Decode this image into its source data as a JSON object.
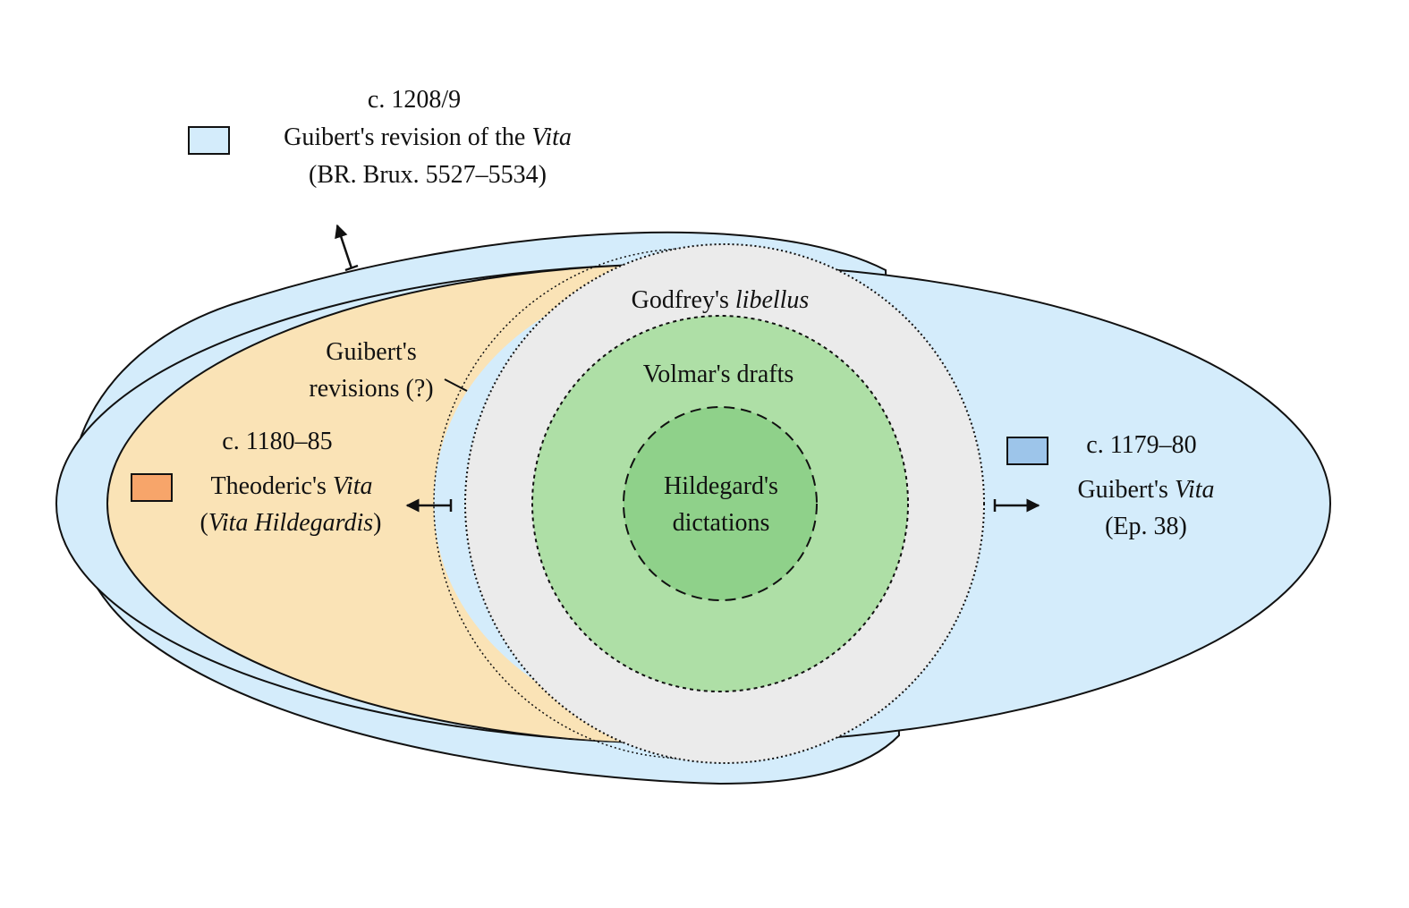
{
  "colors": {
    "guibert_revision_fill": "#d4ecfb",
    "theoderic_fill": "#fae3b6",
    "theoderic_key_fill": "#f7a56a",
    "guibert_vita_key_fill": "#9dc5ea",
    "godfrey_fill": "#ebebeb",
    "volmar_fill": "#aedfa6",
    "hildegard_fill": "#8fd18a",
    "outline": "#111111"
  },
  "legend": {
    "revision": {
      "date": "c. 1208/9",
      "title_pre": "Guibert's revision of the ",
      "title_em": "Vita",
      "source": "(BR. Brux. 5527–5534)"
    },
    "theoderic": {
      "date": "c. 1180–85",
      "title_pre": "Theoderic's ",
      "title_em": "Vita",
      "sub_open": "(",
      "sub_em": "Vita Hildegardis",
      "sub_close": ")"
    },
    "guibert_vita": {
      "date": "c. 1179–80",
      "title_pre": "Guibert's ",
      "title_em": "Vita",
      "source": "(Ep. 38)"
    }
  },
  "regions": {
    "guibert_revisions_line1": "Guibert's",
    "guibert_revisions_line2": "revisions (?)",
    "godfrey_pre": "Godfrey's ",
    "godfrey_em": "libellus",
    "volmar": "Volmar's drafts",
    "hildegard_line1": "Hildegard's",
    "hildegard_line2": "dictations"
  }
}
